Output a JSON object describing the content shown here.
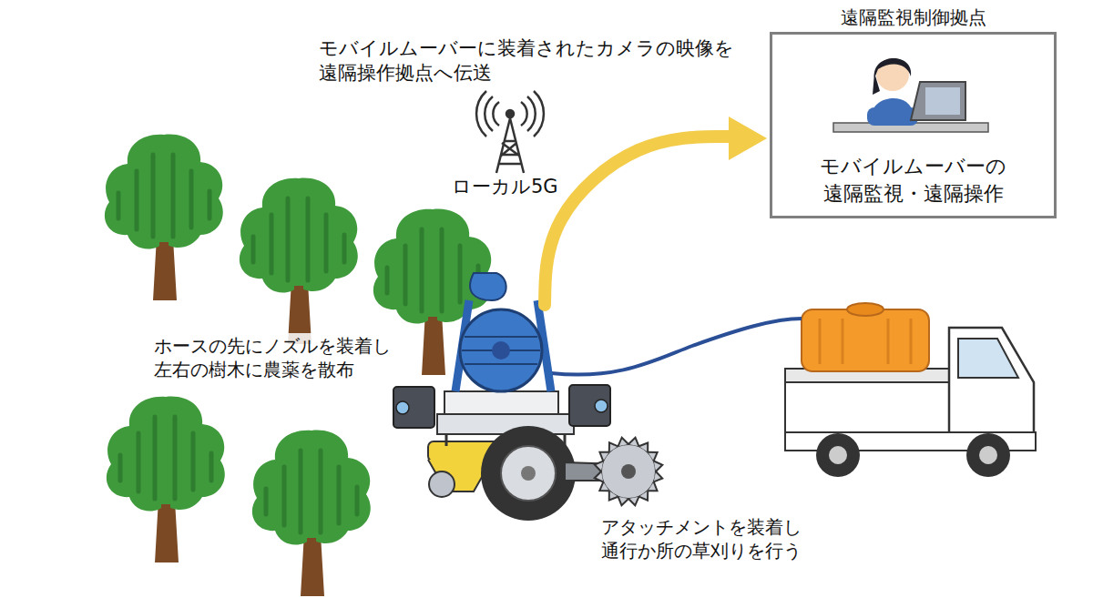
{
  "diagram": {
    "nodes": [
      {
        "text": [
          "遠隔監視制御拠点",
          "モバイルムーバーの 遠隔監視・遠隔操作"
        ]
      }
    ],
    "labels": [
      "モバイルムーバーに装着されたカメラの映像を 遠隔操作拠点へ伝送",
      "ローカル5G",
      "ホースの先にノズルを装着し 左右の樹木に農薬を散布",
      "アタッチメントを装着し 通行か所の草刈りを行う"
    ]
  }
}
